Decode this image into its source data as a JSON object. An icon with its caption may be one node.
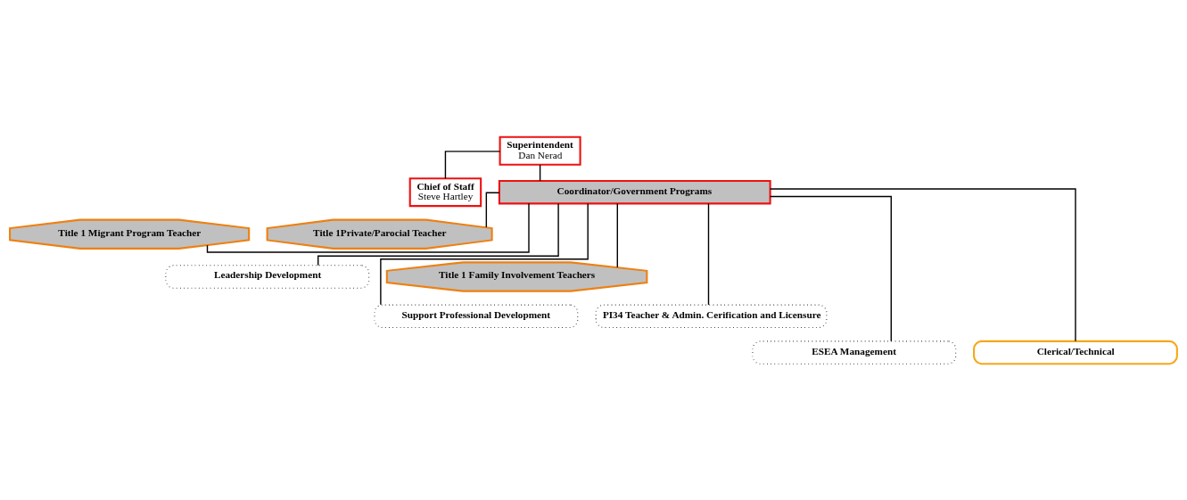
{
  "diagram": {
    "nodes": [
      {
        "text": [
          "Superintendent",
          "Dan Nerad"
        ]
      },
      {
        "text": [
          "Chief of Staff",
          "Steve Hartley"
        ]
      },
      {
        "text": [
          "Coordinator/Government Programs"
        ]
      },
      {
        "text": [
          "Title 1 Migrant Program Teacher"
        ]
      },
      {
        "text": [
          "Title 1Private/Parocial Teacher"
        ]
      },
      {
        "text": [
          "Leadership Development"
        ]
      },
      {
        "text": [
          "Title 1 Family Involvement Teachers"
        ]
      },
      {
        "text": [
          "Support Professional Development"
        ]
      },
      {
        "text": [
          "PI34 Teacher & Admin. Cerification and Licensure"
        ]
      },
      {
        "text": [
          "ESEA Management"
        ]
      },
      {
        "text": [
          "Clerical/Technical"
        ]
      }
    ],
    "edges": [
      {
        "from": 0,
        "to": 1,
        "arrow": "none"
      },
      {
        "from": 0,
        "to": 2,
        "arrow": "none"
      },
      {
        "from": 2,
        "to": 3,
        "arrow": "none"
      },
      {
        "from": 2,
        "to": 4,
        "arrow": "none"
      },
      {
        "from": 2,
        "to": 5,
        "arrow": "none"
      },
      {
        "from": 2,
        "to": 6,
        "arrow": "none"
      },
      {
        "from": 2,
        "to": 7,
        "arrow": "none"
      },
      {
        "from": 2,
        "to": 8,
        "arrow": "none"
      },
      {
        "from": 2,
        "to": 9,
        "arrow": "none"
      },
      {
        "from": 2,
        "to": 10,
        "arrow": "none"
      }
    ]
  }
}
